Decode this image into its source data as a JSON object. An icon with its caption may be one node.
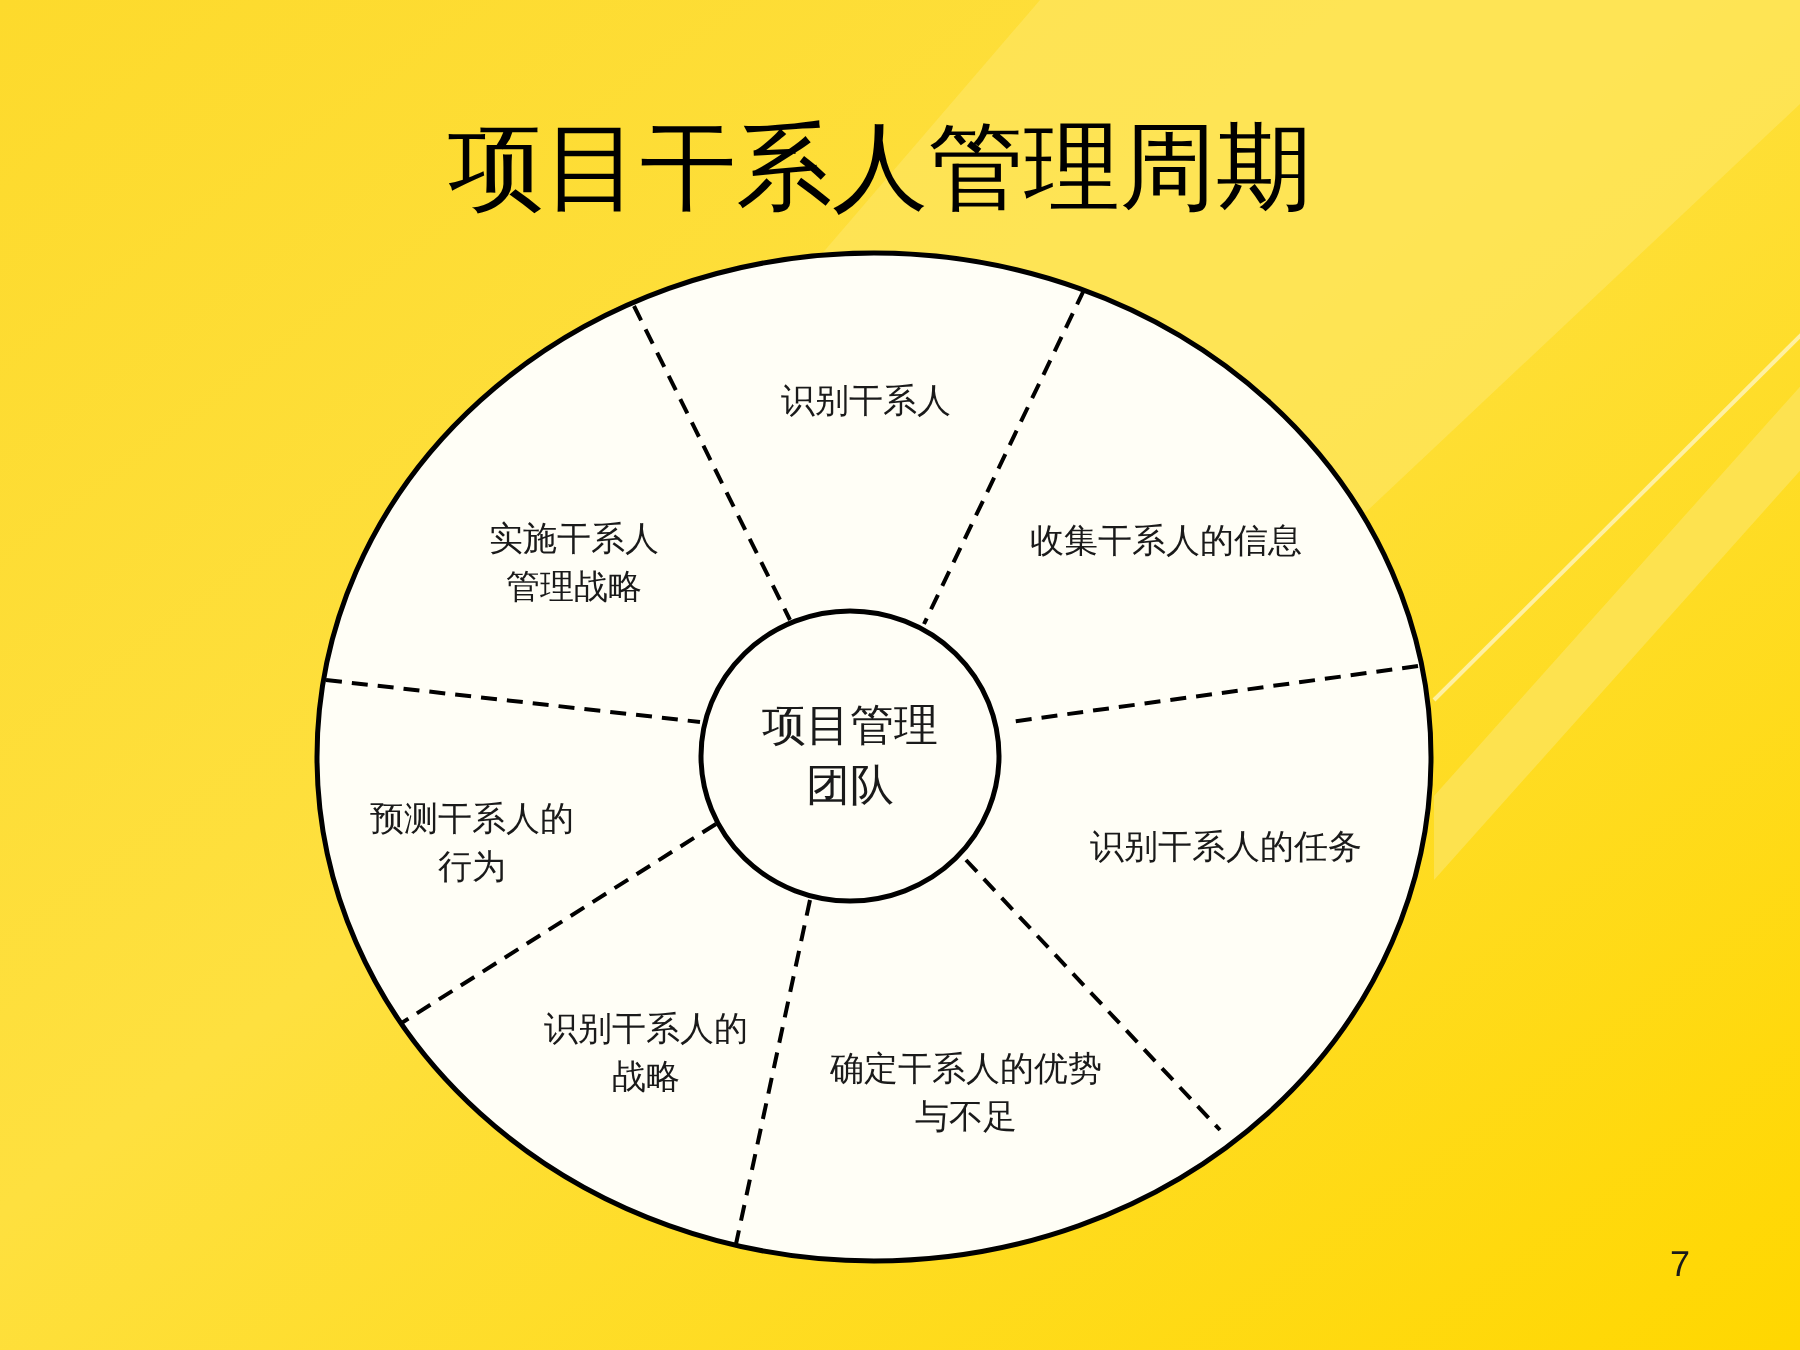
{
  "diagram": {
    "title": "项目干系人管理周期",
    "nodes": [
      {
        "text": [],
        "shape": "circle"
      },
      {
        "text": [
          "项目管理团队"
        ],
        "in": 0
      },
      {
        "text": [
          "识别干系人"
        ],
        "in": 0
      },
      {
        "text": [
          "收集干系人的信息"
        ],
        "in": 0
      },
      {
        "text": [
          "识别干系人的任务"
        ],
        "in": 0
      },
      {
        "text": [
          "确定干系人的优势与不足"
        ],
        "in": 0
      },
      {
        "text": [
          "识别干系人的战略"
        ],
        "in": 0
      },
      {
        "text": [
          "预测干系人的行为"
        ],
        "in": 0
      },
      {
        "text": [
          "实施干系人管理战略"
        ],
        "in": 0
      }
    ],
    "labels": [
      "7"
    ]
  }
}
